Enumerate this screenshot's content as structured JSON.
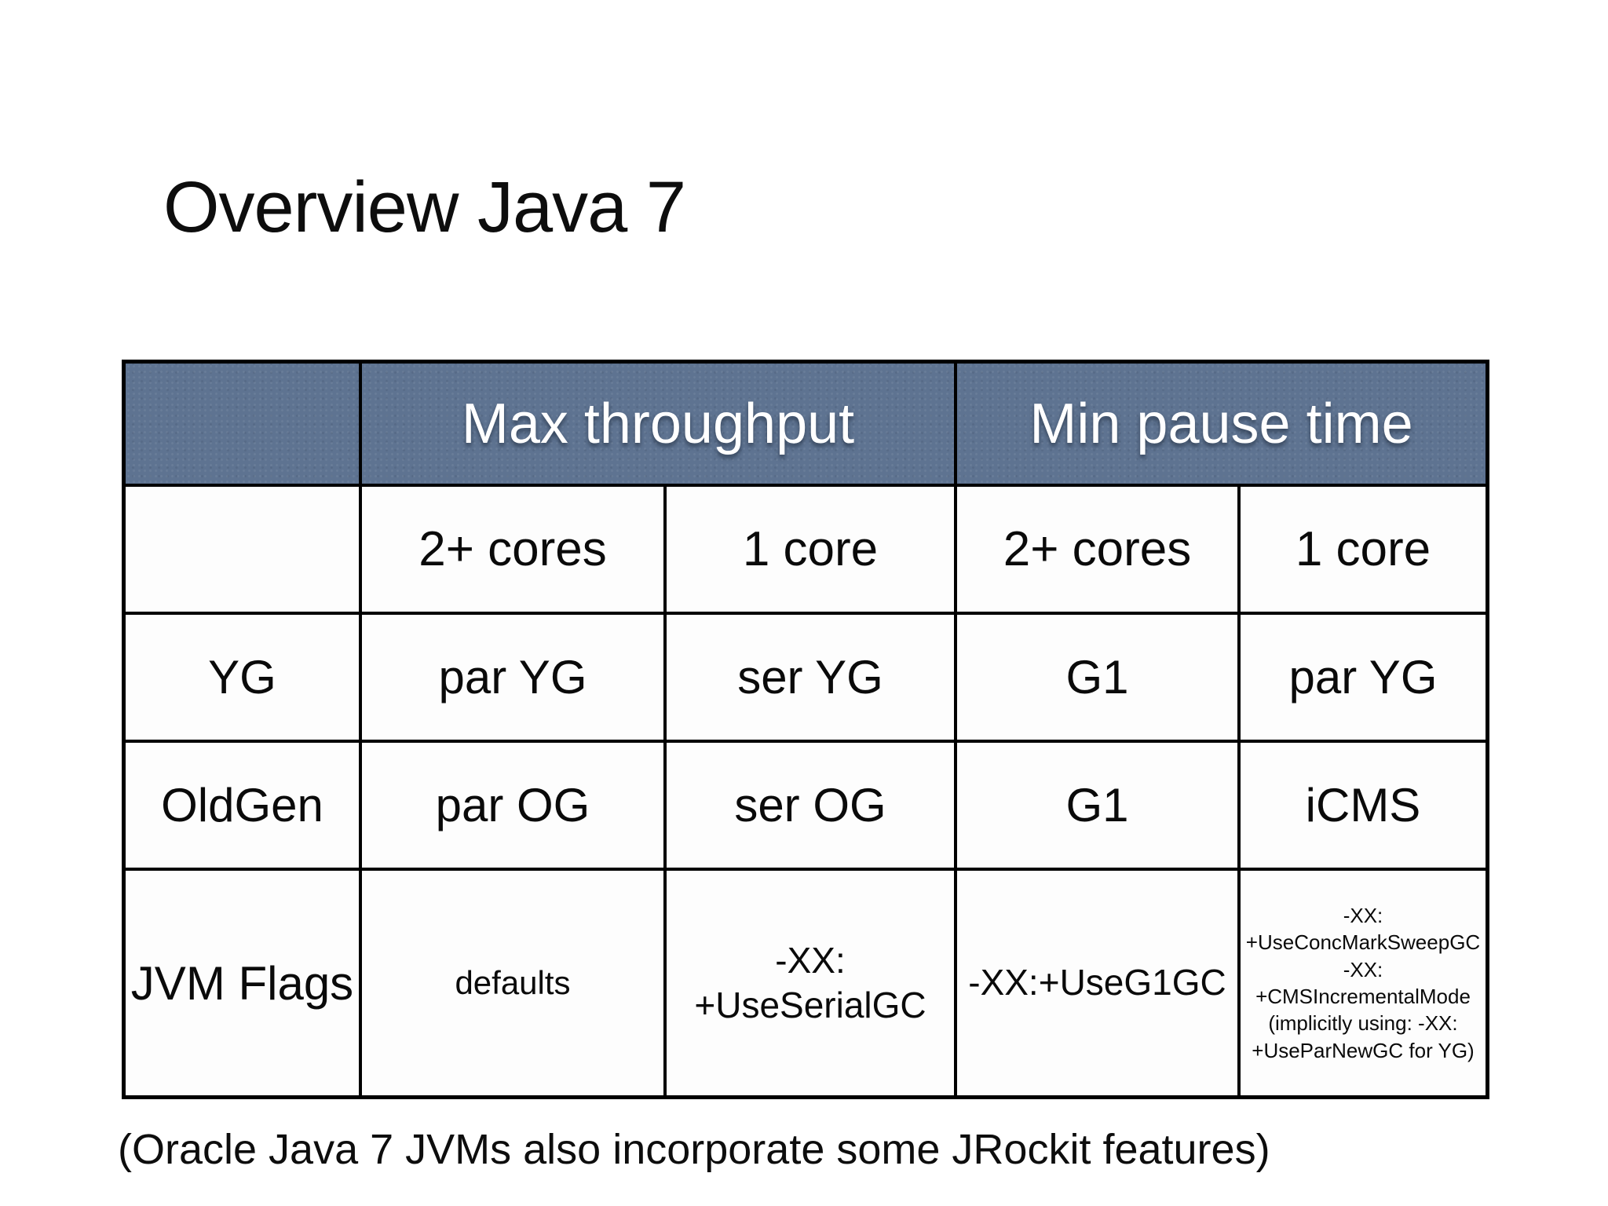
{
  "slide": {
    "title": "Overview Java 7",
    "footnote": "(Oracle Java 7 JVMs also incorporate some JRockit features)"
  },
  "colors": {
    "header_bg": "#5e7391",
    "header_text": "#ffffff",
    "border": "#000000",
    "cell_bg": "#fdfdfd",
    "text": "#0a0a0a"
  },
  "table": {
    "group_headers": [
      {
        "label": "Max throughput"
      },
      {
        "label": "Min pause time"
      }
    ],
    "column_headers": [
      "2+ cores",
      "1 core",
      "2+ cores",
      "1 core"
    ],
    "rows": [
      {
        "label": "YG",
        "cells": [
          "par YG",
          "ser YG",
          "G1",
          "par YG"
        ]
      },
      {
        "label": "OldGen",
        "cells": [
          "par OG",
          "ser OG",
          "G1",
          "iCMS"
        ]
      },
      {
        "label": "JVM Flags",
        "cells": [
          "defaults",
          "-XX:\n+UseSerialGC",
          "-XX:+UseG1GC",
          "-XX:\n+UseConcMarkSweepGC\n-XX:\n+CMSIncrementalMode\n(implicitly using: -XX:\n+UseParNewGC for YG)"
        ]
      }
    ]
  }
}
